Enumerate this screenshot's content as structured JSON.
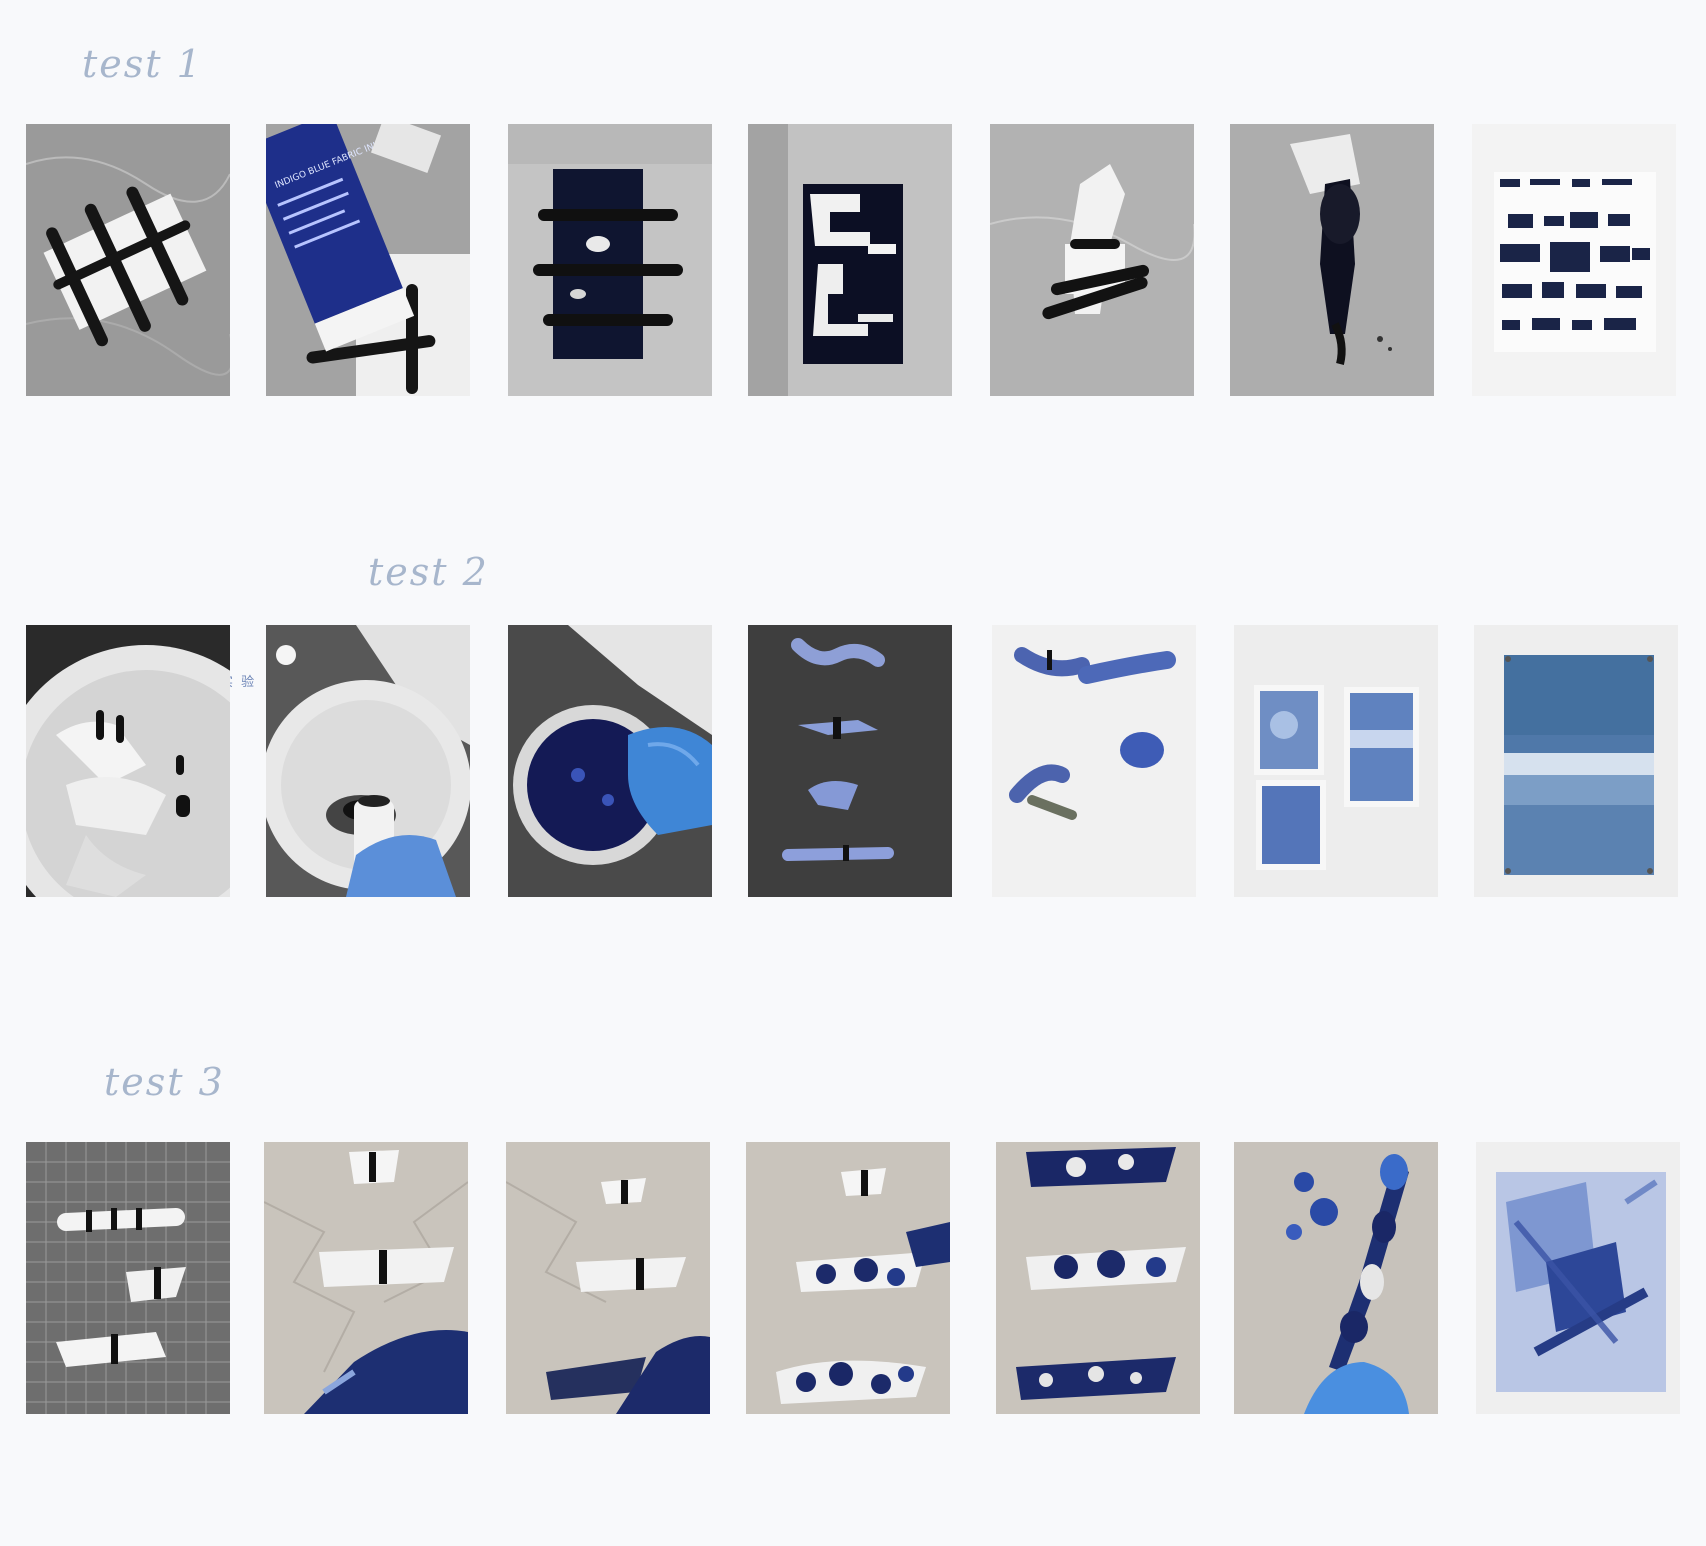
{
  "tests": [
    {
      "label": "test 1"
    },
    {
      "label": "test 2"
    },
    {
      "label": "test 3"
    }
  ],
  "bottle_label": "INDIGO BLUE FABRIC INK",
  "cjk_mark": "实 验",
  "colors": {
    "background": "#f8f9fb",
    "label": "#a7b6cc",
    "indigo": "#1d2f72",
    "indigo_light": "#5b7fc2",
    "glove_blue": "#3f86d6"
  }
}
